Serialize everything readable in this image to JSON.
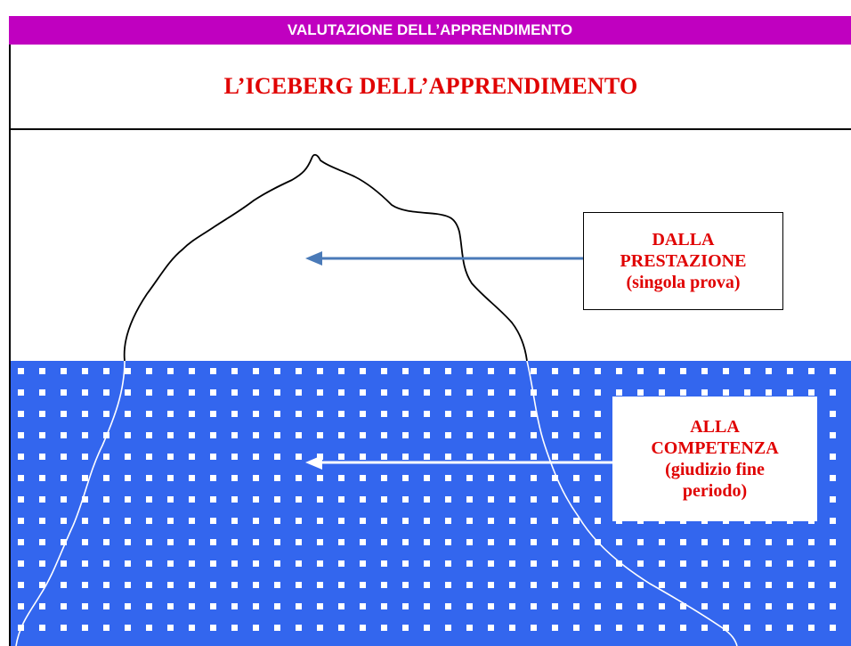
{
  "header": {
    "section_title": "VALUTAZIONE DELL’APPRENDIMENTO",
    "main_title": "L’ICEBERG DELL’APPRENDIMENTO"
  },
  "labels": {
    "above": {
      "line1": "DALLA",
      "line2": "PRESTAZIONE",
      "line3": "(singola prova)"
    },
    "below": {
      "line1": "ALLA",
      "line2": "COMPETENZA",
      "line3": "(giudizio fine",
      "line4": "periodo)"
    }
  },
  "colors": {
    "banner": "#c000c0",
    "title_red": "#e00000",
    "water": "#3366ee",
    "water_dots": "#ffffff",
    "arrow_top": "#4a7ab8",
    "arrow_bottom": "#ffffff"
  }
}
